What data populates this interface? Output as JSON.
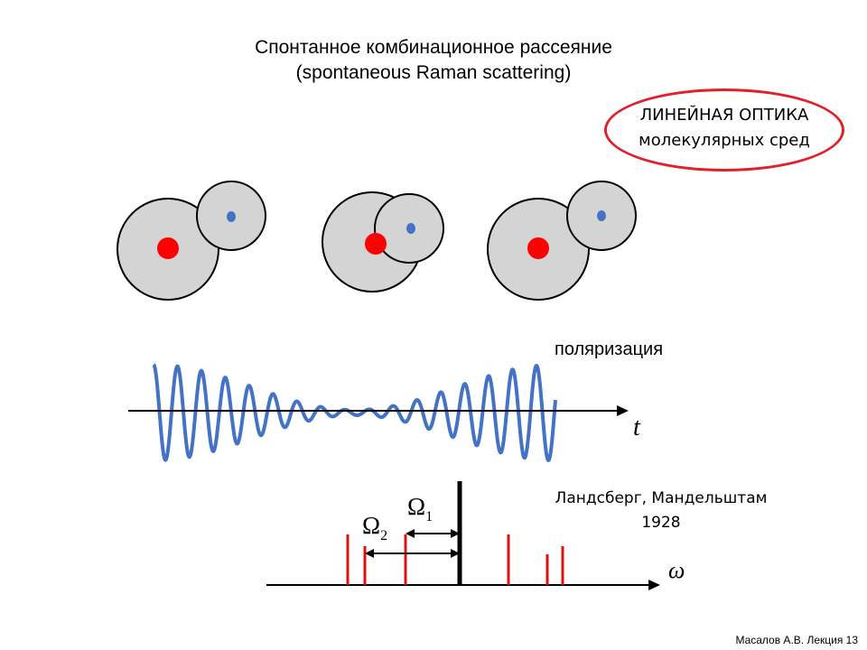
{
  "slide": {
    "title_ru": "Спонтанное комбинационное рассеяние",
    "title_en": "(spontaneous Raman scattering)",
    "oval": {
      "line1": "ЛИНЕЙНАЯ ОПТИКА",
      "line2": "молекулярных сред"
    },
    "polarization_label": "поляризация",
    "time_axis_label": "t",
    "freq_axis_label": "ω",
    "omega1_symbol": "Ω",
    "omega1_sub": "1",
    "omega2_symbol": "Ω",
    "omega2_sub": "2",
    "authors": "Ландсберг, Мандельштам",
    "year": "1928",
    "footer": "Масалов А.В. Лекция 13"
  },
  "colors": {
    "red": "#e01010",
    "blue": "#4472c4",
    "atom_fill": "#d4d4d4",
    "oval_border": "#e0202a"
  }
}
